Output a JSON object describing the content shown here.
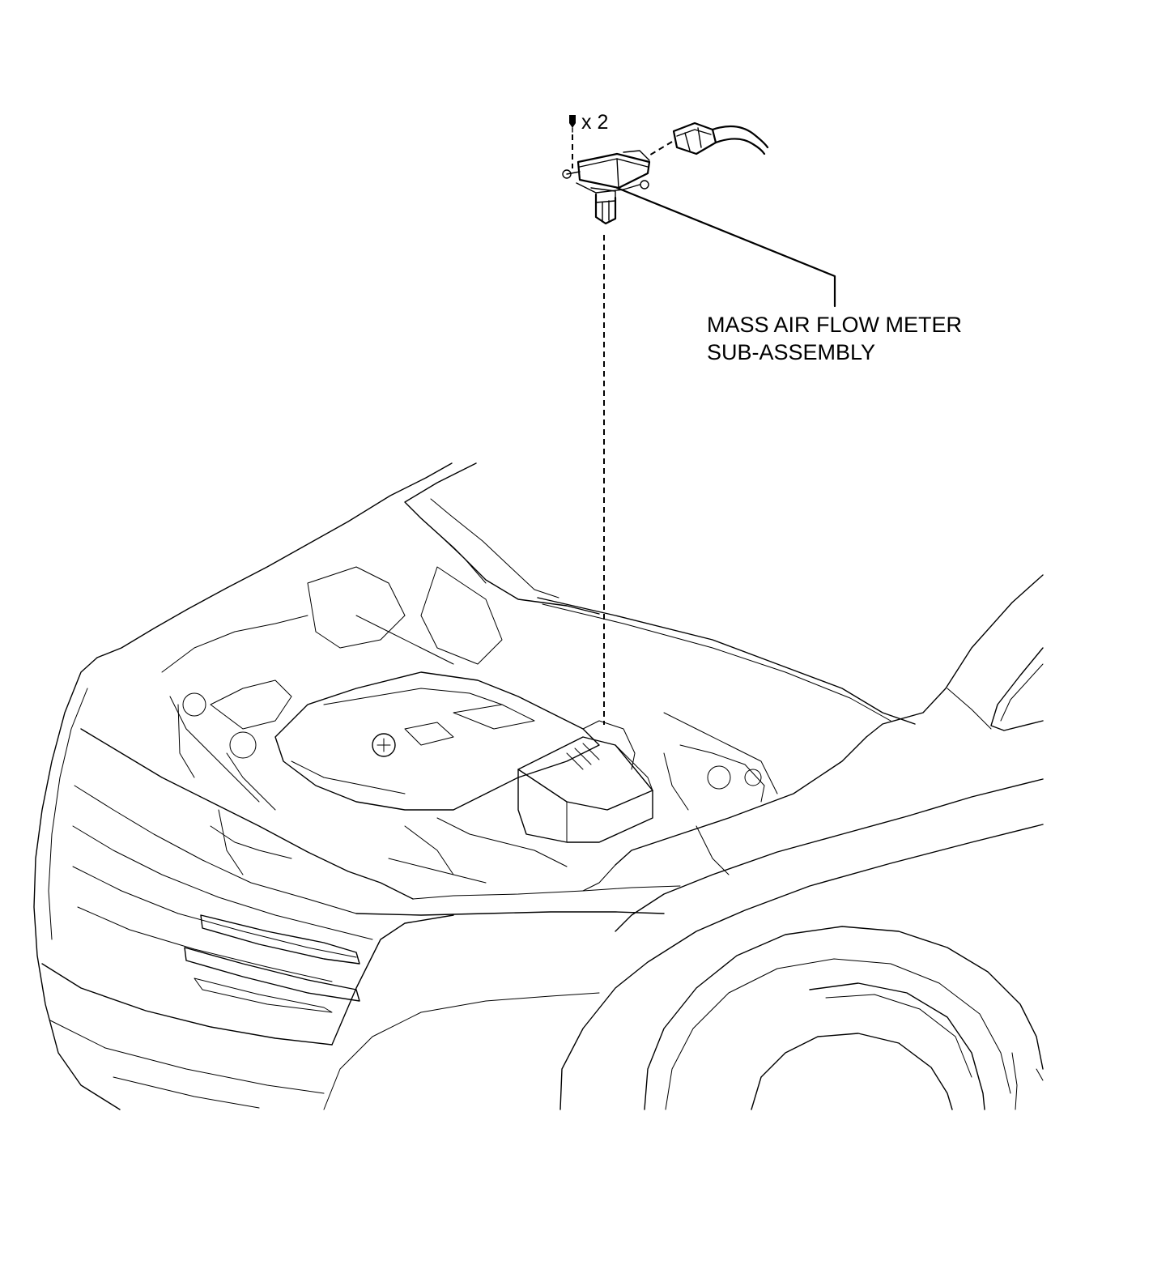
{
  "diagram": {
    "quantity_label": "x 2",
    "part_label_lines": [
      "MASS AIR FLOW METER",
      "SUB-ASSEMBLY"
    ],
    "icons": [
      "screw-icon",
      "connector-icon",
      "mass-air-flow-meter-icon"
    ],
    "line_color": "#000000",
    "background": "#ffffff"
  }
}
